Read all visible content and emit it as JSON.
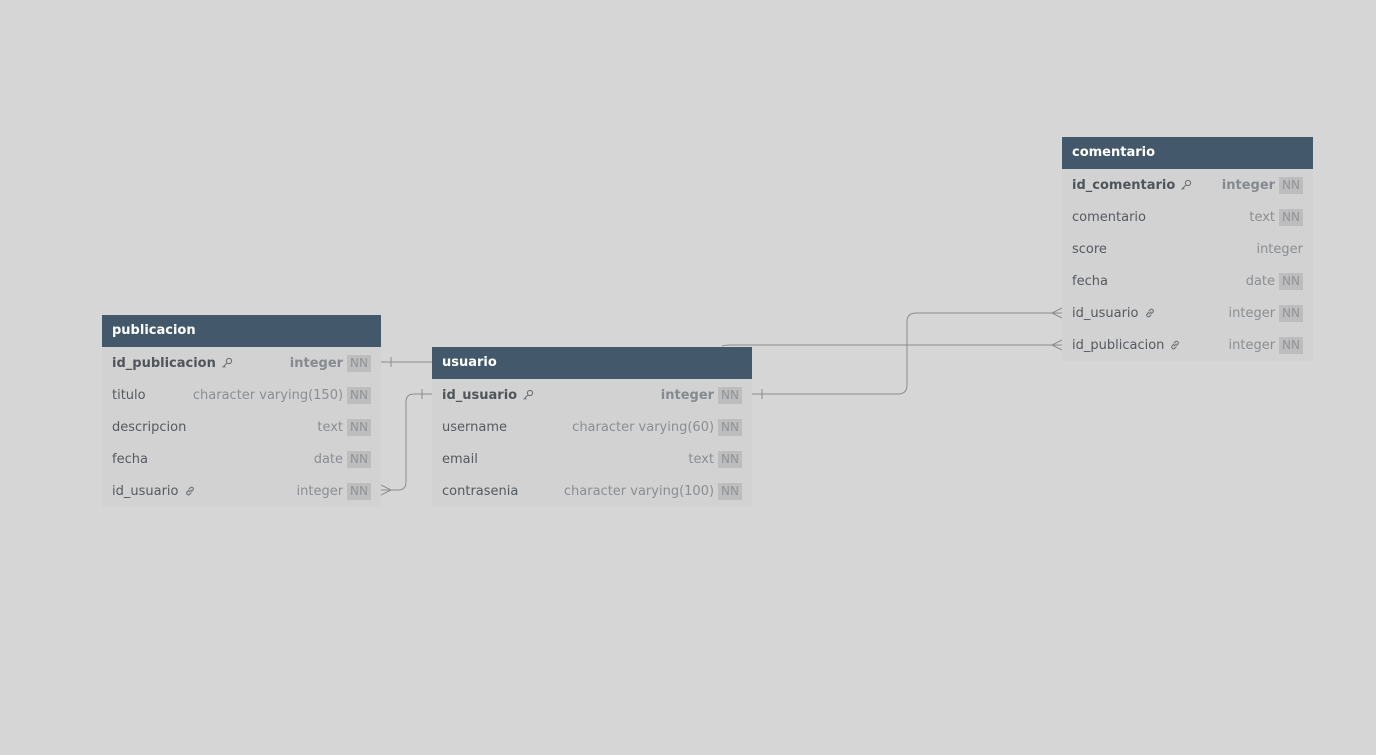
{
  "tables": {
    "publicacion": {
      "name": "publicacion",
      "columns": [
        {
          "name": "id_publicacion",
          "type": "integer",
          "nn": "NN",
          "icon": "key-icon"
        },
        {
          "name": "titulo",
          "type": "character varying(150)",
          "nn": "NN"
        },
        {
          "name": "descripcion",
          "type": "text",
          "nn": "NN"
        },
        {
          "name": "fecha",
          "type": "date",
          "nn": "NN"
        },
        {
          "name": "id_usuario",
          "type": "integer",
          "nn": "NN",
          "icon": "link-icon"
        }
      ]
    },
    "usuario": {
      "name": "usuario",
      "columns": [
        {
          "name": "id_usuario",
          "type": "integer",
          "nn": "NN",
          "icon": "key-icon"
        },
        {
          "name": "username",
          "type": "character varying(60)",
          "nn": "NN"
        },
        {
          "name": "email",
          "type": "text",
          "nn": "NN"
        },
        {
          "name": "contrasenia",
          "type": "character varying(100)",
          "nn": "NN"
        }
      ]
    },
    "comentario": {
      "name": "comentario",
      "columns": [
        {
          "name": "id_comentario",
          "type": "integer",
          "nn": "NN",
          "icon": "key-icon"
        },
        {
          "name": "comentario",
          "type": "text",
          "nn": "NN"
        },
        {
          "name": "score",
          "type": "integer",
          "nn": ""
        },
        {
          "name": "fecha",
          "type": "date",
          "nn": "NN"
        },
        {
          "name": "id_usuario",
          "type": "integer",
          "nn": "NN",
          "icon": "link-icon"
        },
        {
          "name": "id_publicacion",
          "type": "integer",
          "nn": "NN",
          "icon": "link-icon"
        }
      ]
    }
  },
  "relations": [
    {
      "from": "publicacion.id_usuario",
      "to": "usuario.id_usuario",
      "cardinality": "many-to-one"
    },
    {
      "from": "comentario.id_usuario",
      "to": "usuario.id_usuario",
      "cardinality": "many-to-one"
    },
    {
      "from": "comentario.id_publicacion",
      "to": "publicacion.id_publicacion",
      "cardinality": "many-to-one"
    }
  ],
  "colors": {
    "background": "#d6d6d6",
    "table_header": "#44586c",
    "table_body": "#d2d2d2",
    "relation_line": "#8c8c8c"
  }
}
